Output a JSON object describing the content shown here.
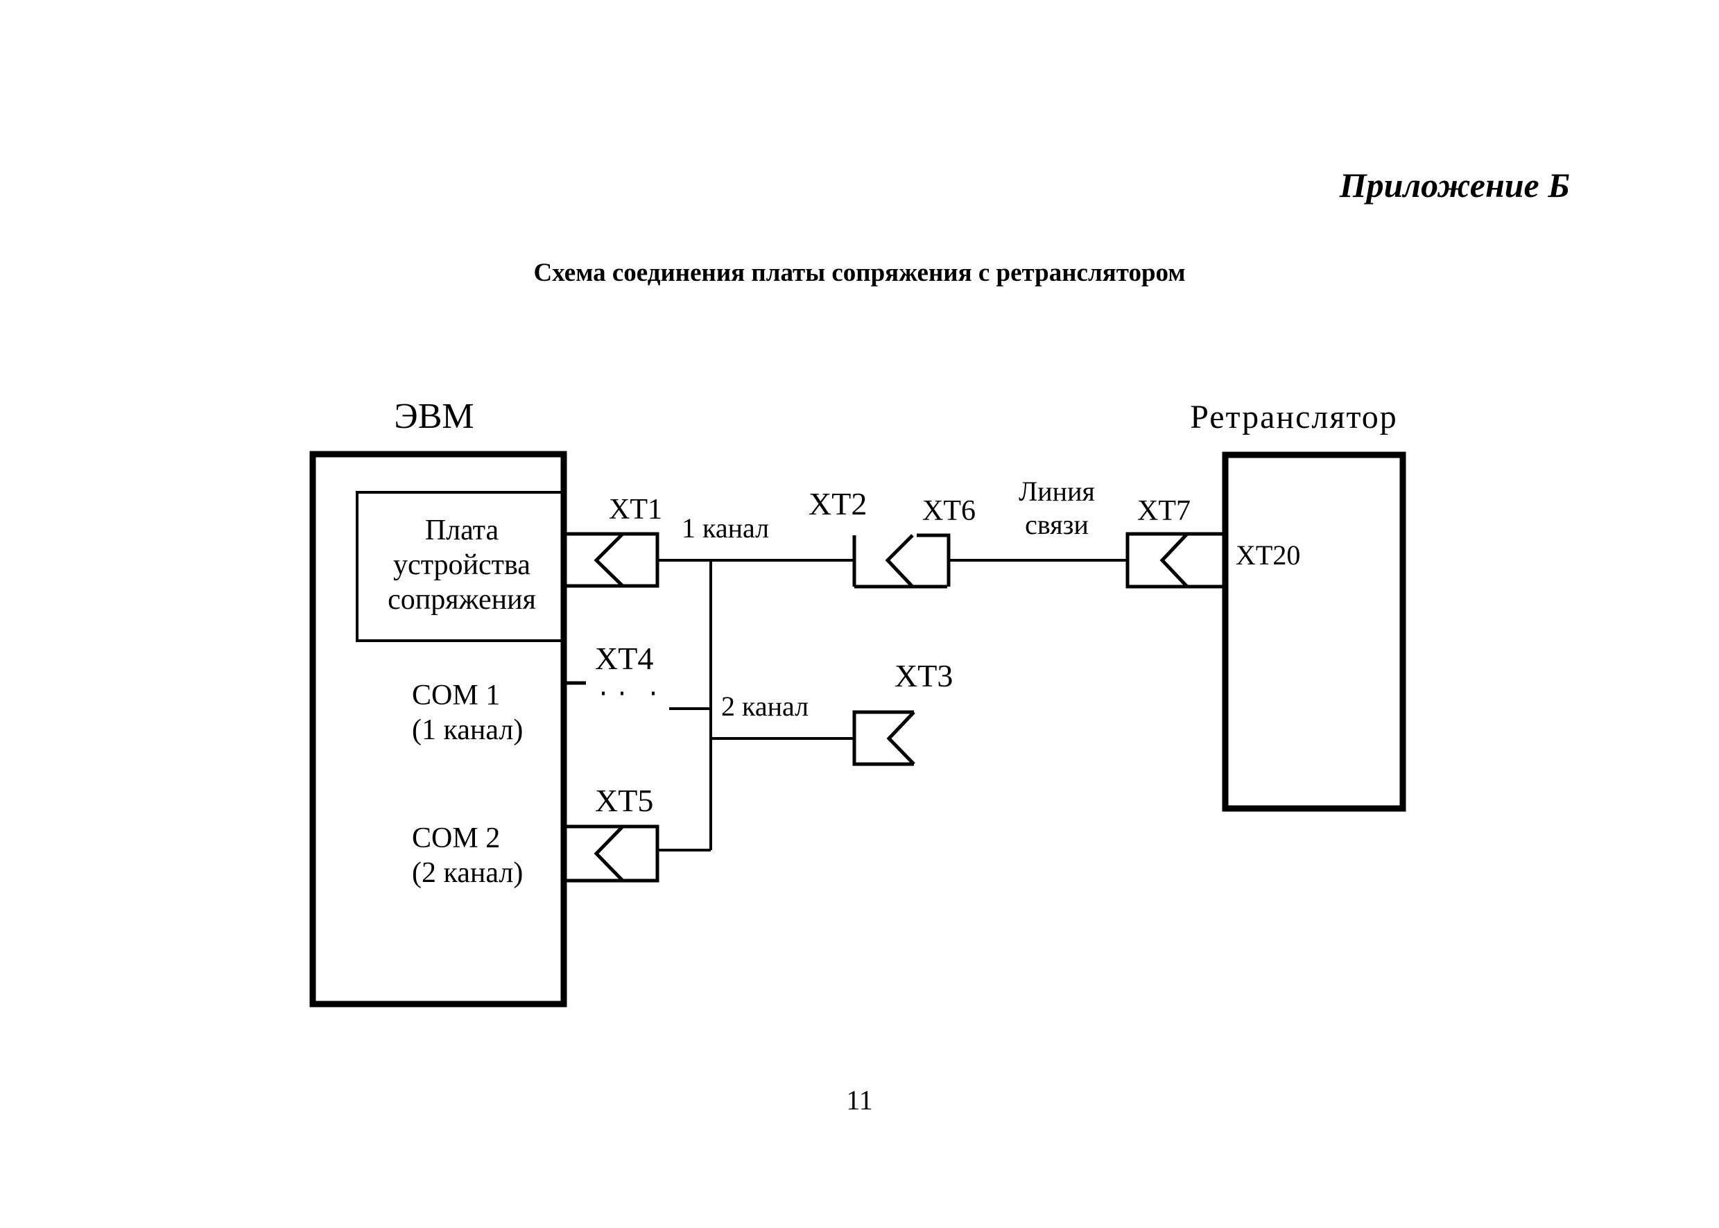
{
  "header": {
    "appendix": "Приложение Б",
    "title": "Схема соединения платы сопряжения с ретранслятором"
  },
  "diagram": {
    "computer_label": "ЭВМ",
    "repeater_label": "Ретранслятор",
    "board_label": [
      "Плата",
      "устройства",
      "сопряжения"
    ],
    "com1_label": [
      "COM 1",
      "(1 канал)"
    ],
    "com2_label": [
      "COM 2",
      "(2 канал)"
    ],
    "connectors": {
      "xt1": "XT1",
      "xt2": "XT2",
      "xt3": "XT3",
      "xt4": "XT4",
      "xt5": "XT5",
      "xt6": "XT6",
      "xt7": "XT7",
      "xt20": "XT20"
    },
    "channel1": "1 канал",
    "channel2": "2 канал",
    "link_label": [
      "Линия",
      "связи"
    ]
  },
  "footer": {
    "page_number": "11"
  }
}
